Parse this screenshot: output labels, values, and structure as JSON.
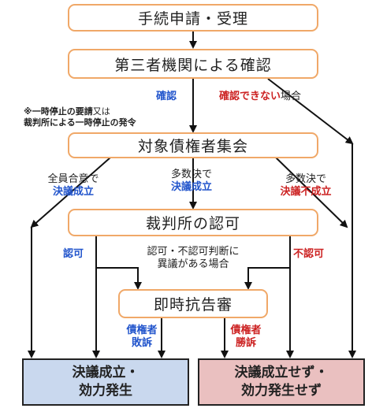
{
  "colors": {
    "box_border": "#f0a868",
    "blue": "#2255cc",
    "red": "#cc2222",
    "final_ok": "#c9d8ee",
    "final_ng": "#eac0c0"
  },
  "boxes": {
    "application": "手続申請・受理",
    "confirmation": "第三者機関による確認",
    "creditor_meeting": "対象債権者集会",
    "court_approval": "裁判所の認可",
    "appeal": "即時抗告審"
  },
  "labels": {
    "confirmed": "確認",
    "not_confirmed_red": "確認できない",
    "not_confirmed_suffix": "場合",
    "note_prefix": "※",
    "note_bold1": "一時停止の要請",
    "note_mid": "又は",
    "note_line2": "裁判所による一時停止の発令",
    "unanimous_prefix": "全員合意で",
    "resolution_passed": "決議成立",
    "majority_prefix": "多数決で",
    "resolution_failed": "決議不成立",
    "approved": "認可",
    "disapproved": "不認可",
    "objection_line1": "認可・不認可判断に",
    "objection_line2": "異議がある場合",
    "creditor": "債権者",
    "lost": "敗訴",
    "won": "勝訴"
  },
  "outcomes": {
    "success_line1": "決議成立・",
    "success_line2": "効力発生",
    "failure_line1": "決議成立せず・",
    "failure_line2": "効力発生せず"
  }
}
